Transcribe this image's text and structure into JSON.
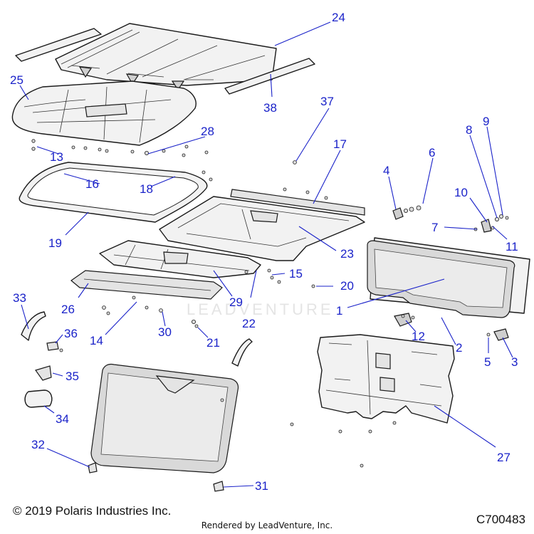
{
  "watermark": "LEADVENTURE",
  "footer": {
    "copyright": "© 2019 Polaris Industries Inc.",
    "rendered_by": "Rendered by LeadVenture, Inc.",
    "code": "C700483"
  },
  "callouts": [
    "1",
    "2",
    "3",
    "4",
    "5",
    "6",
    "7",
    "8",
    "9",
    "10",
    "11",
    "12",
    "13",
    "14",
    "15",
    "16",
    "17",
    "18",
    "19",
    "20",
    "21",
    "22",
    "23",
    "24",
    "25",
    "26",
    "27",
    "28",
    "29",
    "30",
    "31",
    "32",
    "33",
    "34",
    "35",
    "36",
    "37",
    "38"
  ]
}
